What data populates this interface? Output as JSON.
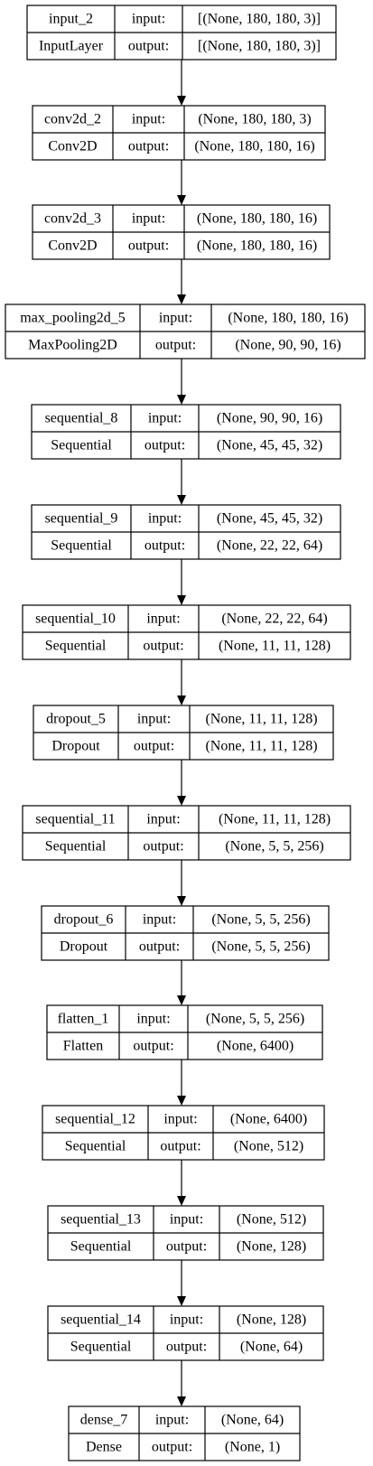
{
  "labels": {
    "input": "input:",
    "output": "output:"
  },
  "layers": [
    {
      "name": "input_2",
      "type": "InputLayer",
      "input_shape": "[(None, 180, 180, 3)]",
      "output_shape": "[(None, 180, 180, 3)]"
    },
    {
      "name": "conv2d_2",
      "type": "Conv2D",
      "input_shape": "(None, 180, 180, 3)",
      "output_shape": "(None, 180, 180, 16)"
    },
    {
      "name": "conv2d_3",
      "type": "Conv2D",
      "input_shape": "(None, 180, 180, 16)",
      "output_shape": "(None, 180, 180, 16)"
    },
    {
      "name": "max_pooling2d_5",
      "type": "MaxPooling2D",
      "input_shape": "(None, 180, 180, 16)",
      "output_shape": "(None, 90, 90, 16)"
    },
    {
      "name": "sequential_8",
      "type": "Sequential",
      "input_shape": "(None, 90, 90, 16)",
      "output_shape": "(None, 45, 45, 32)"
    },
    {
      "name": "sequential_9",
      "type": "Sequential",
      "input_shape": "(None, 45, 45, 32)",
      "output_shape": "(None, 22, 22, 64)"
    },
    {
      "name": "sequential_10",
      "type": "Sequential",
      "input_shape": "(None, 22, 22, 64)",
      "output_shape": "(None, 11, 11, 128)"
    },
    {
      "name": "dropout_5",
      "type": "Dropout",
      "input_shape": "(None, 11, 11, 128)",
      "output_shape": "(None, 11, 11, 128)"
    },
    {
      "name": "sequential_11",
      "type": "Sequential",
      "input_shape": "(None, 11, 11, 128)",
      "output_shape": "(None, 5, 5, 256)"
    },
    {
      "name": "dropout_6",
      "type": "Dropout",
      "input_shape": "(None, 5, 5, 256)",
      "output_shape": "(None, 5, 5, 256)"
    },
    {
      "name": "flatten_1",
      "type": "Flatten",
      "input_shape": "(None, 5, 5, 256)",
      "output_shape": "(None, 6400)"
    },
    {
      "name": "sequential_12",
      "type": "Sequential",
      "input_shape": "(None, 6400)",
      "output_shape": "(None, 512)"
    },
    {
      "name": "sequential_13",
      "type": "Sequential",
      "input_shape": "(None, 512)",
      "output_shape": "(None, 128)"
    },
    {
      "name": "sequential_14",
      "type": "Sequential",
      "input_shape": "(None, 128)",
      "output_shape": "(None, 64)"
    },
    {
      "name": "dense_7",
      "type": "Dense",
      "input_shape": "(None, 64)",
      "output_shape": "(None, 1)"
    }
  ]
}
